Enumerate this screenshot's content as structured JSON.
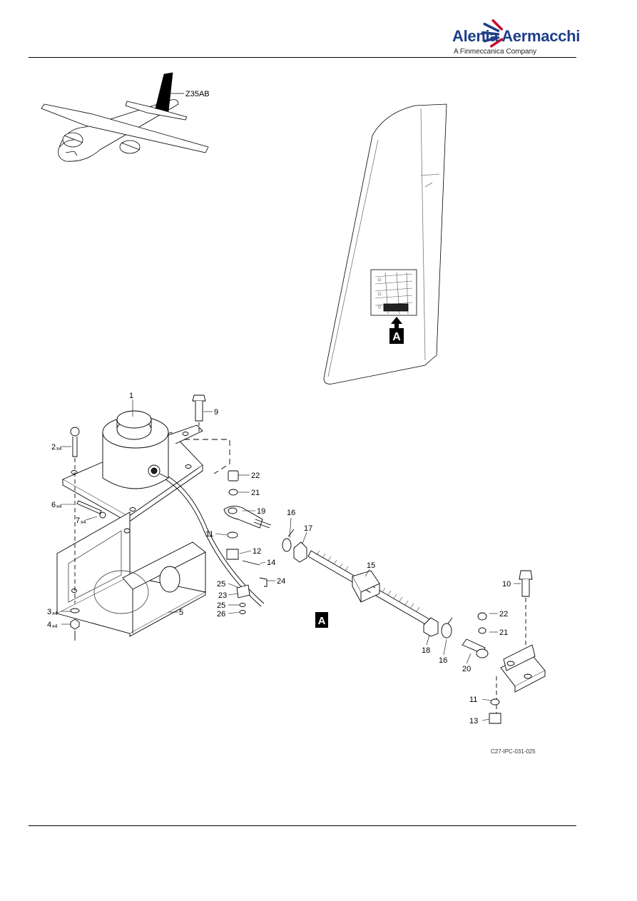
{
  "header": {
    "brand_name": "Alenia Aermacchi",
    "brand_tagline": "A Finmeccanica Company"
  },
  "zone_label": "Z35AB",
  "view_marker": "A",
  "callouts": {
    "c1": "1",
    "c2": "2",
    "c3": "3",
    "c4": "4",
    "c5": "5",
    "c6": "6",
    "c7": "7",
    "c9": "9",
    "c10": "10",
    "c11a": "11",
    "c11b": "11",
    "c12": "12",
    "c13": "13",
    "c14": "14",
    "c15": "15",
    "c16a": "16",
    "c16b": "16",
    "c17": "17",
    "c18": "18",
    "c19": "19",
    "c20": "20",
    "c21a": "21",
    "c21b": "21",
    "c22a": "22",
    "c22b": "22",
    "c23": "23",
    "c24": "24",
    "c25a": "25",
    "c25b": "25",
    "c26": "26"
  },
  "multipliers": {
    "m2": "x4",
    "m3": "x4",
    "m4": "x4",
    "m6": "x4",
    "m7": "x4"
  },
  "figure_code": "C27-IPC-031-025",
  "colors": {
    "brand_blue": "#1f3f8a",
    "brand_red": "#c8102e"
  }
}
